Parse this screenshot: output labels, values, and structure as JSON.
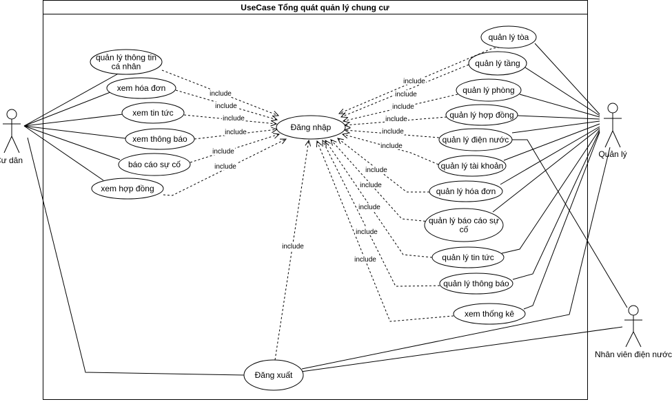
{
  "system": {
    "title": "UseCase Tổng quát quản lý chung cư"
  },
  "actors": {
    "resident": "Cư dân",
    "manager": "Quản lý",
    "utility_staff": "Nhân viên điện nước"
  },
  "usecases": {
    "login": "Đăng nhập",
    "logout": "Đăng xuất",
    "resident": [
      {
        "id": "r1",
        "label": [
          "quản lý thông tin",
          "cá nhân"
        ]
      },
      {
        "id": "r2",
        "label": [
          "xem hóa đơn"
        ]
      },
      {
        "id": "r3",
        "label": [
          "xem tin tức"
        ]
      },
      {
        "id": "r4",
        "label": [
          "xem thông báo"
        ]
      },
      {
        "id": "r5",
        "label": [
          "báo cáo sự cố"
        ]
      },
      {
        "id": "r6",
        "label": [
          "xem hợp đồng"
        ]
      }
    ],
    "manager": [
      {
        "id": "m1",
        "label": [
          "quản lý tòa"
        ]
      },
      {
        "id": "m2",
        "label": [
          "quản lý tầng"
        ]
      },
      {
        "id": "m3",
        "label": [
          "quản lý phòng"
        ]
      },
      {
        "id": "m4",
        "label": [
          "quản lý hợp đồng"
        ]
      },
      {
        "id": "m5",
        "label": [
          "quản lý điện nước"
        ]
      },
      {
        "id": "m6",
        "label": [
          "quản lý tài khoản"
        ]
      },
      {
        "id": "m7",
        "label": [
          "quản lý hóa đơn"
        ]
      },
      {
        "id": "m8",
        "label": [
          "quản lý báo cáo sự",
          "cố"
        ]
      },
      {
        "id": "m9",
        "label": [
          "quản lý tin tức"
        ]
      },
      {
        "id": "m10",
        "label": [
          "quản lý thông báo"
        ]
      },
      {
        "id": "m11",
        "label": [
          "xem thống kê"
        ]
      }
    ]
  },
  "include_label": "include"
}
